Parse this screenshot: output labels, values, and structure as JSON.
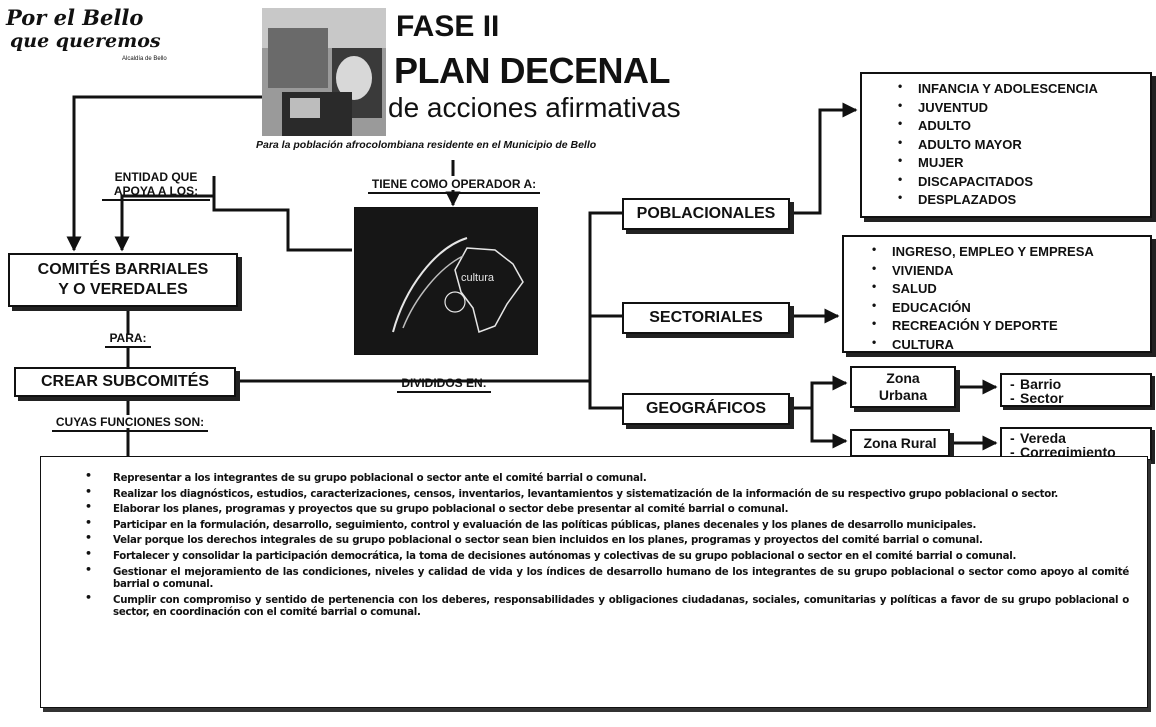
{
  "logo": {
    "line1": "Por el Bello",
    "line2": "que queremos",
    "sub": "Alcaldía de Bello"
  },
  "header": {
    "phase": "FASE II",
    "plan": "PLAN DECENAL",
    "subtitle": "de acciones afirmativas",
    "tagline": "Para la población afrocolombiana residente en el Municipio de Bello"
  },
  "labels": {
    "entidad": "ENTIDAD QUE APOYA A LOS:",
    "operador": "TIENE COMO OPERADOR A:",
    "para": "PARA:",
    "divididos": "DIVIDIDOS EN:",
    "funciones": "CUYAS FUNCIONES SON:"
  },
  "operator_logo_text": "cultura",
  "boxes": {
    "comites": "COMITÉS BARRIALES Y O VEREDALES",
    "crear": "CREAR SUBCOMITÉS",
    "poblacionales": "POBLACIONALES",
    "sectoriales": "SECTORIALES",
    "geograficos": "GEOGRÁFICOS",
    "urbana": "Zona Urbana",
    "rural": "Zona Rural"
  },
  "poblacionales_list": [
    "INFANCIA Y ADOLESCENCIA",
    "JUVENTUD",
    "ADULTO",
    "ADULTO MAYOR",
    "MUJER",
    "DISCAPACITADOS",
    "DESPLAZADOS"
  ],
  "sectoriales_list": [
    "INGRESO, EMPLEO Y EMPRESA",
    "VIVIENDA",
    "SALUD",
    "EDUCACIÓN",
    "RECREACIÓN Y DEPORTE",
    "CULTURA"
  ],
  "urbana_list": [
    "Barrio",
    "Sector"
  ],
  "rural_list": [
    "Vereda",
    "Corregimiento"
  ],
  "functions": [
    "Representar a los integrantes de su grupo poblacional o sector ante el comité barrial o comunal.",
    "Realizar los diagnósticos, estudios, caracterizaciones, censos, inventarios, levantamientos y sistematización de la información de su respectivo grupo poblacional o sector.",
    "Elaborar los planes, programas y proyectos que su grupo poblacional o sector debe presentar al comité barrial o comunal.",
    "Participar en la formulación, desarrollo, seguimiento, control y evaluación de las políticas públicas, planes decenales y los planes de desarrollo municipales.",
    "Velar porque los derechos integrales de su grupo poblacional o sector sean bien incluidos en los planes, programas y proyectos del comité barrial o comunal.",
    "Fortalecer y consolidar la participación democrática, la toma de decisiones autónomas y colectivas de su grupo poblacional o sector en el comité barrial o comunal.",
    "Gestionar el mejoramiento de las condiciones, niveles y calidad de vida y los índices de desarrollo humano de los integrantes de su grupo poblacional o sector como apoyo al comité barrial o comunal.",
    "Cumplir con compromiso y sentido de pertenencia con los deberes, responsabilidades y obligaciones ciudadanas, sociales, comunitarias y políticas a favor de su grupo poblacional o sector, en coordinación con el comité barrial o comunal."
  ]
}
